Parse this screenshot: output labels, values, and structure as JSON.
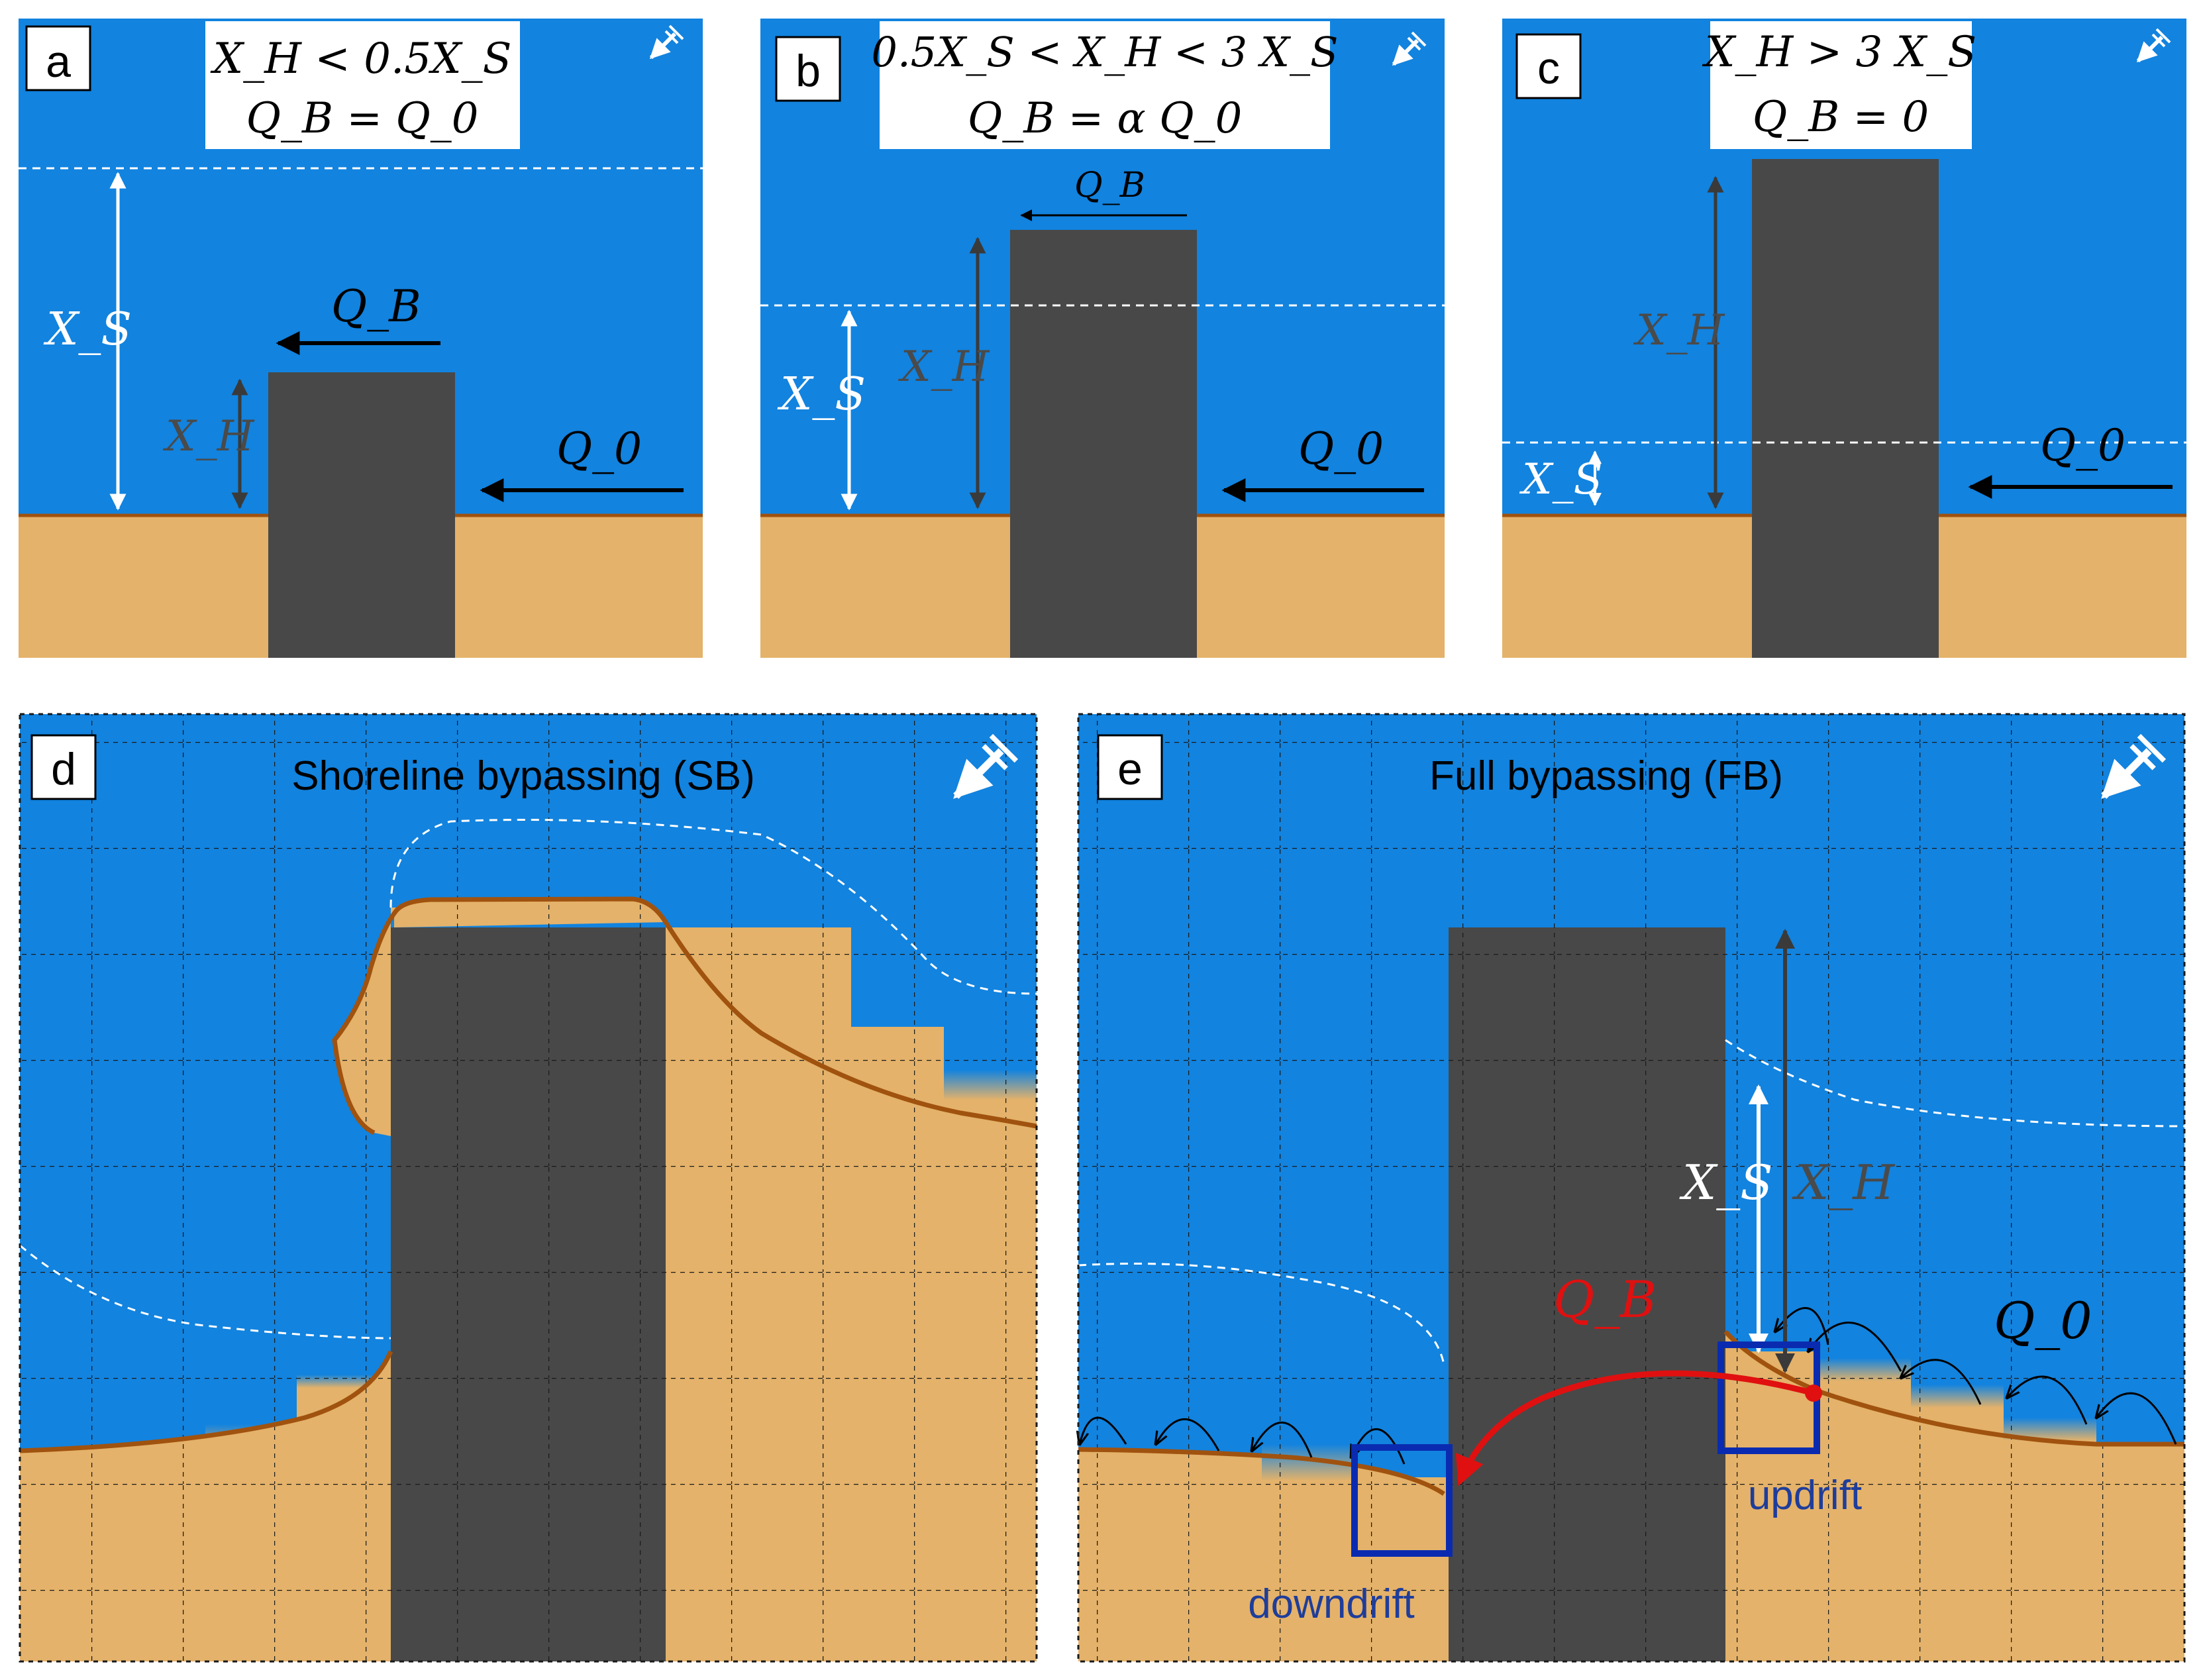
{
  "colors": {
    "water": "#1283DF",
    "sand": "#E4B26A",
    "structure": "#484848",
    "shoreline": "#A0520F",
    "arrow_red": "#E01010",
    "box_blue": "#0A2BB0",
    "label_blue": "#1F3D9A",
    "dark_arrow": "#3A3A3A"
  },
  "panels": {
    "a": {
      "letter": "a",
      "condition_line1": "X_H < 0.5X_S",
      "condition_line2": "Q_B = Q_0",
      "labels": {
        "xs": "X_S",
        "xh": "X_H",
        "qb": "Q_B",
        "q0": "Q_0"
      }
    },
    "b": {
      "letter": "b",
      "condition_line1": "0.5X_S < X_H < 3 X_S",
      "condition_line2": "Q_B = α Q_0",
      "labels": {
        "xs": "X_S",
        "xh": "X_H",
        "qb": "Q_B",
        "q0": "Q_0"
      }
    },
    "c": {
      "letter": "c",
      "condition_line1": "X_H > 3 X_S",
      "condition_line2": "Q_B = 0",
      "labels": {
        "xs": "X_S",
        "xh": "X_H",
        "q0": "Q_0"
      }
    },
    "d": {
      "letter": "d",
      "title": "Shoreline bypassing (SB)"
    },
    "e": {
      "letter": "e",
      "title": "Full bypassing (FB)",
      "labels": {
        "xs": "X_S",
        "xh": "X_H",
        "qb": "Q_B",
        "q0": "Q_0",
        "updrift": "updrift",
        "downdrift": "downdrift"
      }
    }
  },
  "icons": [
    "wave-direction-icon"
  ]
}
